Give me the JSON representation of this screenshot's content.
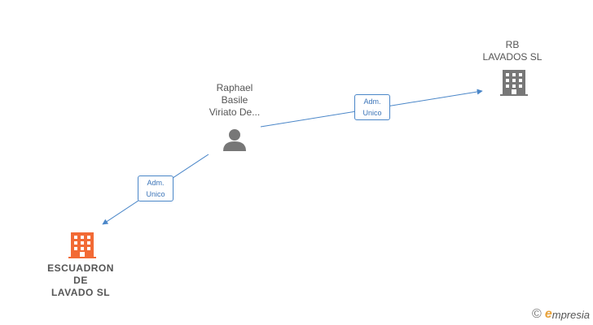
{
  "nodes": {
    "person": {
      "label": "Raphael\nBasile\nViriato De..."
    },
    "company_top": {
      "label": "RB\nLAVADOS  SL"
    },
    "company_main": {
      "label": "ESCUADRON\nDE\nLAVADO  SL"
    }
  },
  "edges": [
    {
      "label": "Adm.\nUnico"
    },
    {
      "label": "Adm.\nUnico"
    }
  ],
  "brand": {
    "copyright": "©",
    "initial": "e",
    "name": "mpresia"
  },
  "colors": {
    "edge": "#4a86c8",
    "person": "#777777",
    "company": "#777777",
    "main_company": "#f26a35"
  }
}
